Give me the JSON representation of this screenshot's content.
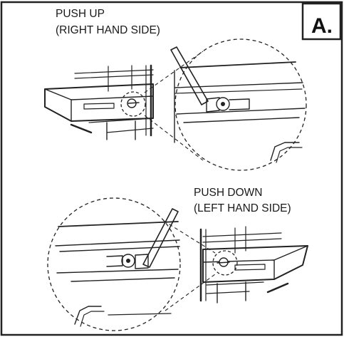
{
  "panel_label": "A.",
  "top_callout": {
    "line1": "PUSH UP",
    "line2": "(RIGHT HAND SIDE)"
  },
  "bottom_callout": {
    "line1": "PUSH DOWN",
    "line2": "(LEFT HAND SIDE)"
  }
}
